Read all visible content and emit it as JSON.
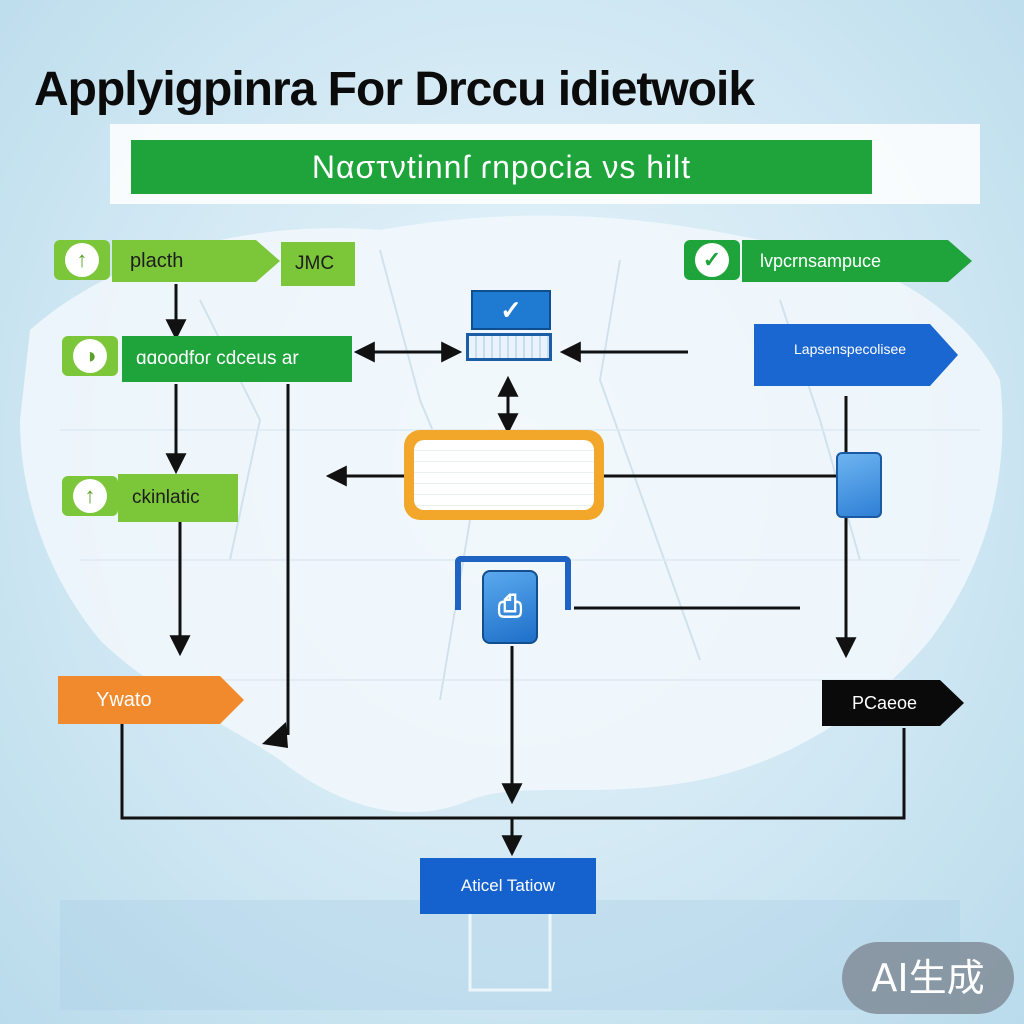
{
  "title": "Applyigpinra For Drccu idietwoik",
  "banner": "Nαστνtinnſ ɾnpocia νs hilt",
  "left": {
    "item1_label": "placth",
    "item1_tag": "JMC",
    "item2_label": "ɑɑoodfoɾ cdceus ar",
    "item3_label": "ckinlatic",
    "item4_label": "Ywato"
  },
  "right": {
    "item1_label": "lvpcrnsampuce",
    "item2_label": "Lapsenspecolisee",
    "item3_label": "PCaeoe"
  },
  "bottom": {
    "label": "Aticel Tatiow"
  },
  "watermark": "AI生成",
  "colors": {
    "green_dark": "#1fa43c",
    "green_light": "#7cc63a",
    "blue": "#1b67d1",
    "orange": "#f2a72a",
    "black": "#0a0a0a"
  },
  "icons": [
    "antenna-icon",
    "wifi-icon",
    "antenna-icon",
    "check-icon",
    "check-icon",
    "phone-icon",
    "tablet-icon"
  ]
}
